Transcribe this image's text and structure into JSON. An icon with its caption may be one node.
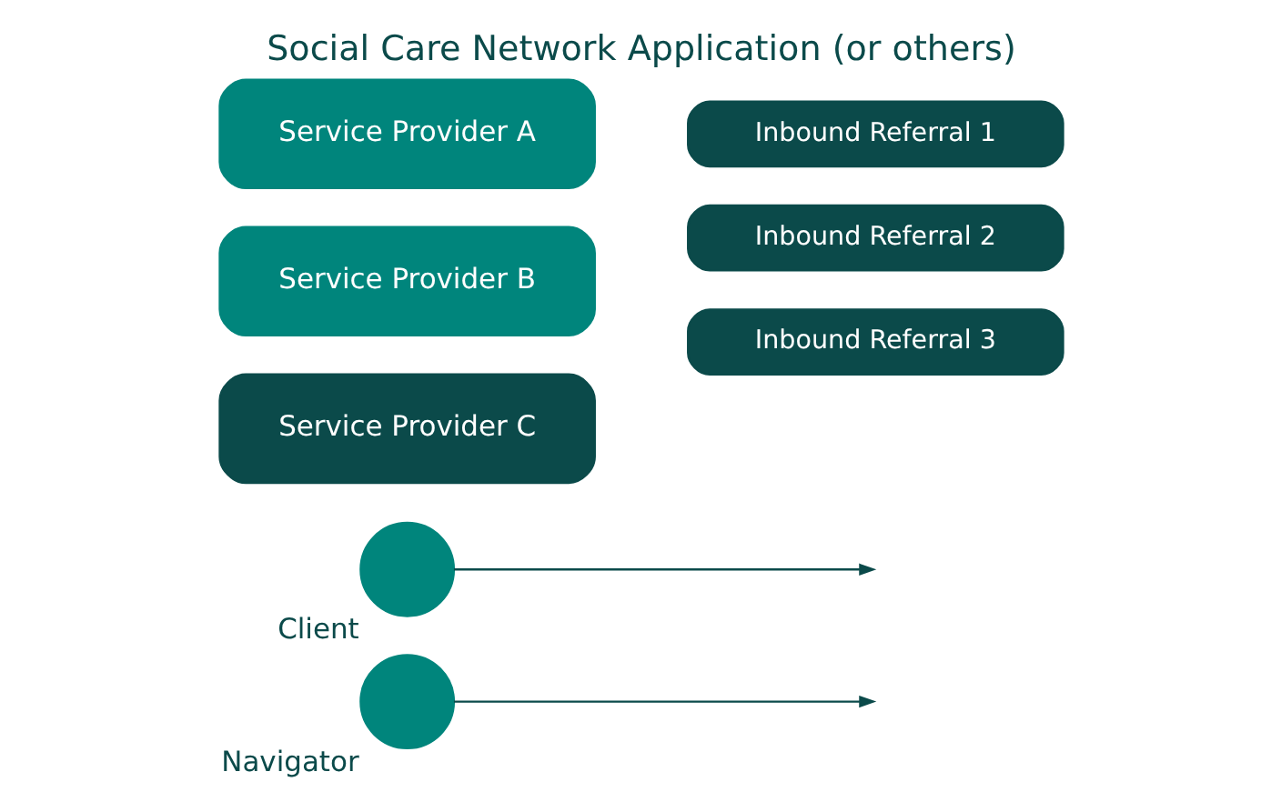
{
  "diagram": {
    "title": "Social Care Network Application (or others)",
    "nodes": [
      {
        "text": [
          "Client"
        ]
      },
      {
        "text": [
          "Navigator"
        ]
      },
      {
        "text": [
          "Service Provider A"
        ]
      },
      {
        "text": [
          "Service Provider B"
        ]
      },
      {
        "text": [
          "Service Provider C"
        ]
      },
      {
        "text": [
          "Inbound Referral 1"
        ]
      },
      {
        "text": [
          "Inbound Referral 2"
        ]
      },
      {
        "text": [
          "Inbound Referral 3"
        ]
      }
    ],
    "edges": [
      {
        "from": 0,
        "to": null,
        "arrow": "to"
      },
      {
        "from": 1,
        "to": null,
        "arrow": "to"
      }
    ]
  }
}
